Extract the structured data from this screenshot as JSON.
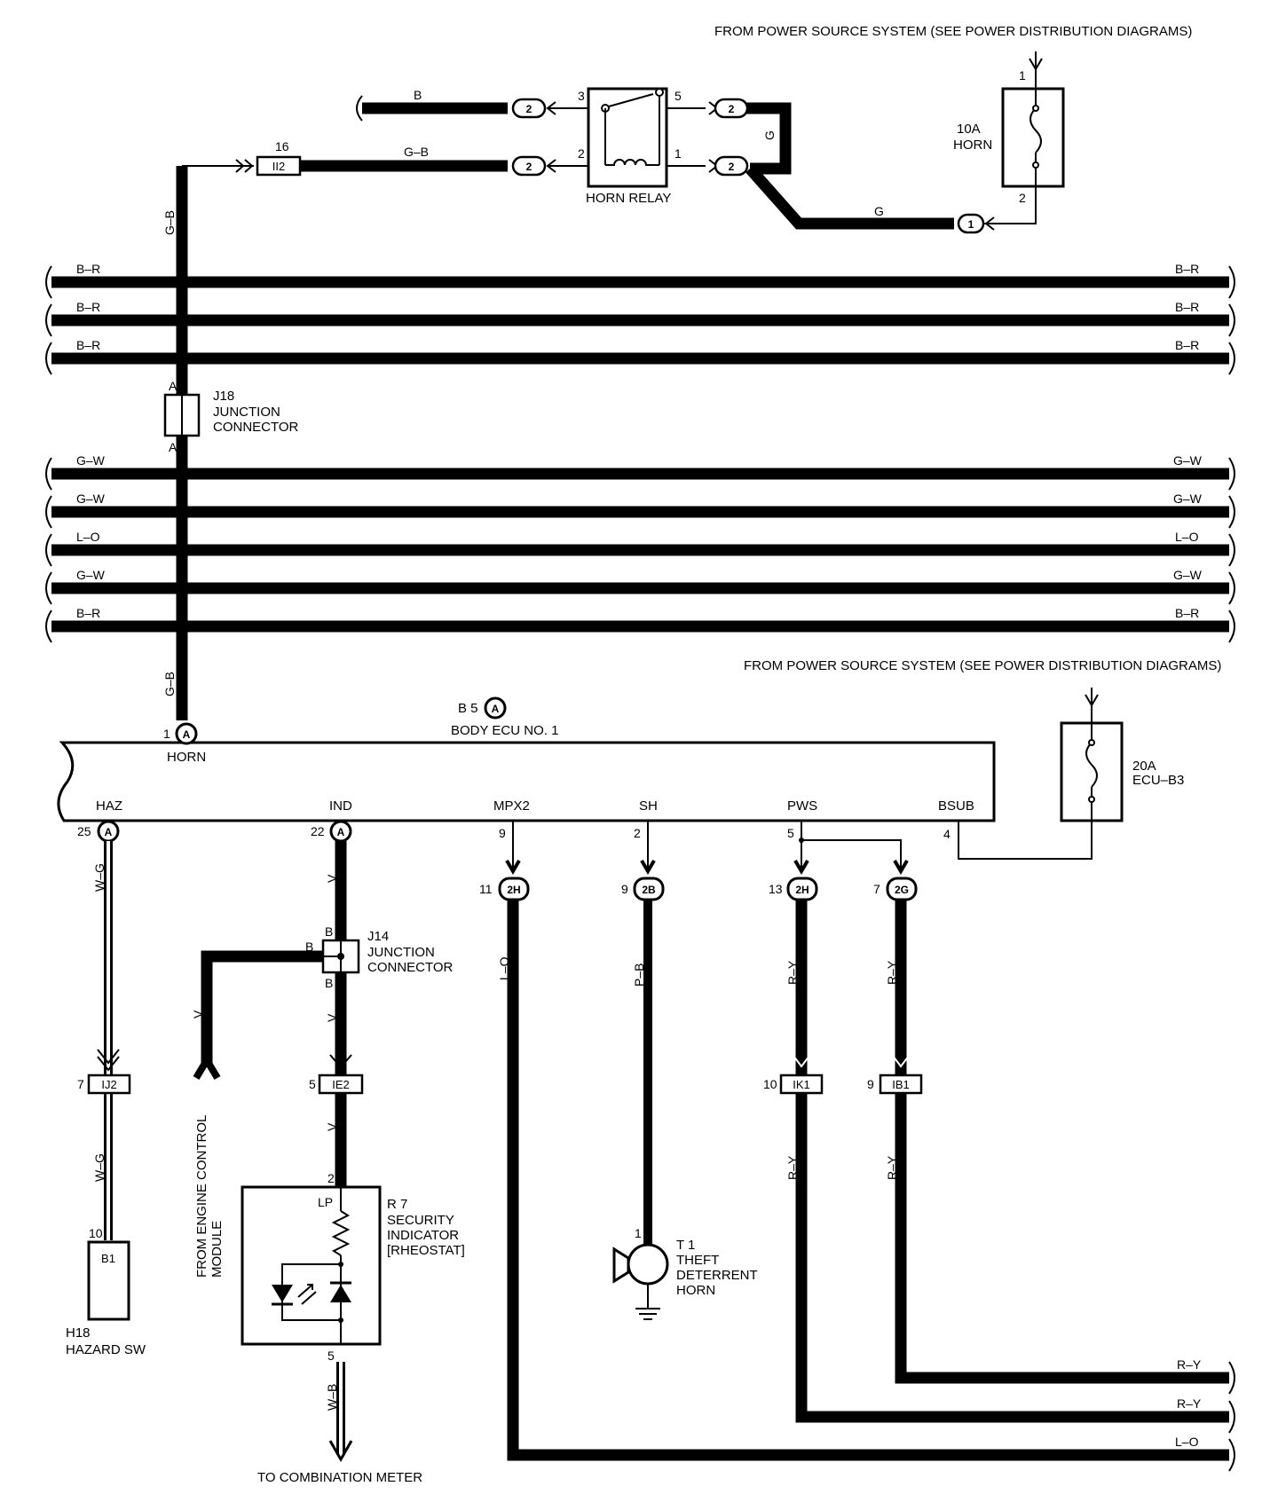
{
  "source_top": "FROM POWER SOURCE SYSTEM  (SEE POWER DISTRIBUTION DIAGRAMS)",
  "source_mid": "FROM POWER SOURCE SYSTEM  (SEE POWER DISTRIBUTION DIAGRAMS)",
  "horn_relay": {
    "label": "HORN RELAY",
    "pin3": "3",
    "pin5": "5",
    "pin2": "2",
    "pin1": "1"
  },
  "fuse_horn": {
    "amp": "10A",
    "name": "HORN",
    "pin_top": "1",
    "pin_bottom": "2"
  },
  "fuse_ecu": {
    "amp": "20A",
    "name": "ECU–B3"
  },
  "wire_colors": {
    "b": "B",
    "gb": "G–B",
    "g": "G",
    "br": "B–R",
    "gw": "G–W",
    "lo": "L–O",
    "v": "V",
    "wg": "W–G",
    "pb": "P–B",
    "ry": "R–Y",
    "wb": "W–B"
  },
  "connector_bubbles": {
    "c2": "2",
    "c1": "1",
    "a": "A",
    "h2": "2H",
    "b2": "2B",
    "g2": "2G"
  },
  "inline_connectors": {
    "ii2": "II2",
    "ij2": "IJ2",
    "ie2": "IE2",
    "ik1": "IK1",
    "ib1": "IB1",
    "b1": "B1"
  },
  "pins": {
    "p16": "16",
    "p1": "1",
    "p25": "25",
    "p22": "22",
    "p9": "9",
    "p2": "2",
    "p5": "5",
    "p4": "4",
    "p11": "11",
    "p13": "13",
    "p7": "7",
    "p10": "10"
  },
  "j18": {
    "id": "J18",
    "line1": "JUNCTION",
    "line2": "CONNECTOR",
    "pin": "A"
  },
  "j14": {
    "id": "J14",
    "line1": "JUNCTION",
    "line2": "CONNECTOR",
    "pin": "B"
  },
  "ecu": {
    "id": "B 5",
    "name": "BODY ECU NO. 1",
    "terminals": {
      "horn": "HORN",
      "haz": "HAZ",
      "ind": "IND",
      "mpx2": "MPX2",
      "sh": "SH",
      "pws": "PWS",
      "bsub": "BSUB"
    }
  },
  "hazard_sw": {
    "id": "H18",
    "name": "HAZARD SW"
  },
  "engine_module": {
    "line1": "FROM ENGINE CONTROL",
    "line2": "MODULE"
  },
  "security_indicator": {
    "id": "R 7",
    "line1": "SECURITY",
    "line2": "INDICATOR",
    "line3": "[RHEOSTAT]",
    "lp": "LP"
  },
  "combination_meter": "TO COMBINATION METER",
  "theft_horn": {
    "id": "T 1",
    "line1": "THEFT",
    "line2": "DETERRENT",
    "line3": "HORN"
  }
}
